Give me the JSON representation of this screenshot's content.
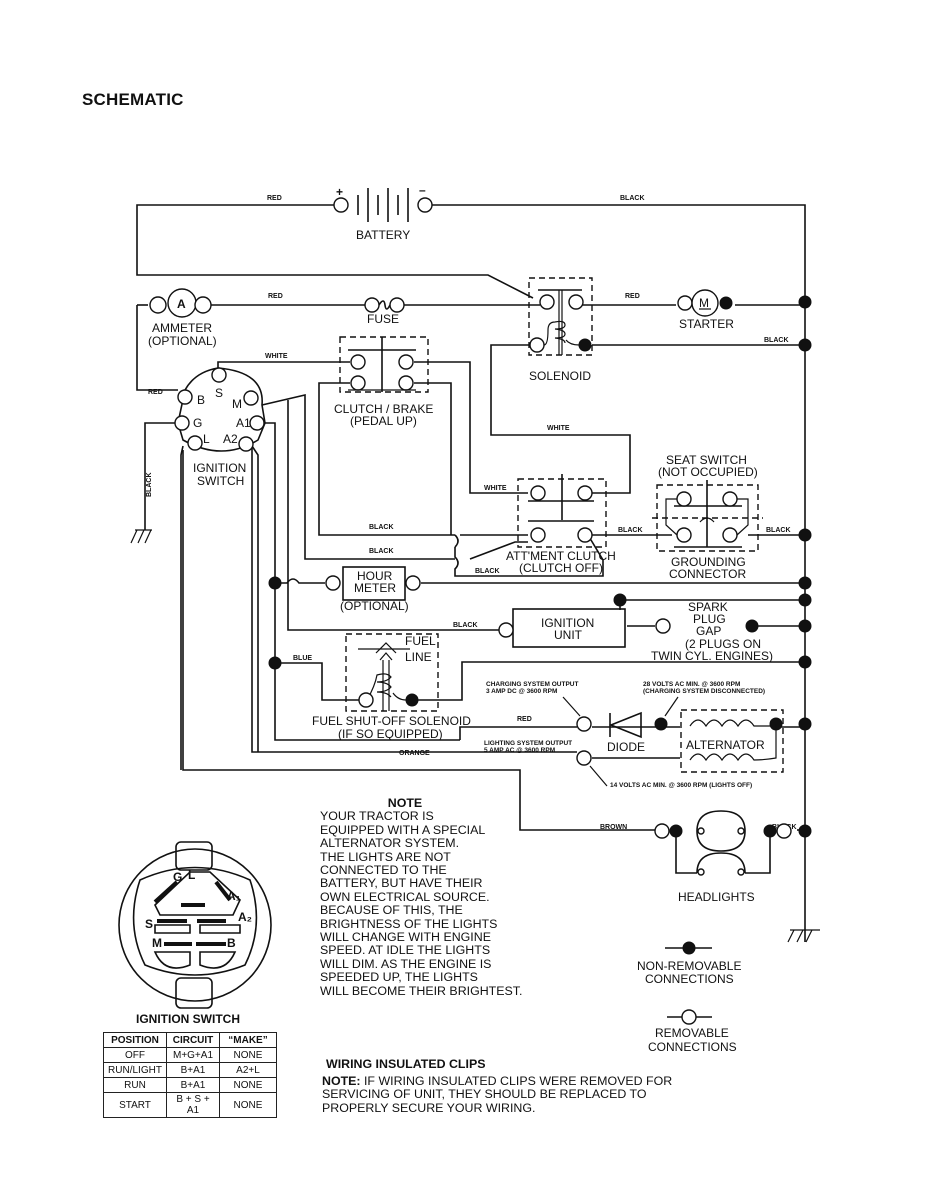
{
  "title": "SCHEMATIC",
  "components": {
    "battery": "BATTERY",
    "battery_plus": "+",
    "battery_minus": "–",
    "ammeter_symbol": "A",
    "ammeter": "AMMETER",
    "ammeter_sub": "(OPTIONAL)",
    "fuse": "FUSE",
    "solenoid": "SOLENOID",
    "starter_symbol": "M",
    "starter": "STARTER",
    "clutch_brake": "CLUTCH / BRAKE",
    "clutch_brake_sub": "(PEDAL UP)",
    "ignition_switch_l1": "IGNITION",
    "ignition_switch_l2": "SWITCH",
    "terminals": {
      "S": "S",
      "B": "B",
      "M": "M",
      "G": "G",
      "A1": "A1",
      "L": "L",
      "A2": "A2"
    },
    "seat_switch": "SEAT SWITCH",
    "seat_switch_sub": "(NOT OCCUPIED)",
    "attment_clutch": "ATT'MENT CLUTCH",
    "attment_clutch_sub": "(CLUTCH OFF)",
    "grounding_l1": "GROUNDING",
    "grounding_l2": "CONNECTOR",
    "hour_meter_l1": "HOUR",
    "hour_meter_l2": "METER",
    "hour_meter_sub": "(OPTIONAL)",
    "ignition_unit_l1": "IGNITION",
    "ignition_unit_l2": "UNIT",
    "spark_l1": "SPARK",
    "spark_l2": "PLUG",
    "spark_l3": "GAP",
    "spark_l4": "(2 PLUGS ON",
    "spark_l5": "TWIN CYL. ENGINES)",
    "fuel_l1": "FUEL",
    "fuel_l2": "LINE",
    "fuel_solenoid": "FUEL SHUT-OFF SOLENOID",
    "fuel_solenoid_sub": "(IF SO EQUIPPED)",
    "diode": "DIODE",
    "alternator": "ALTERNATOR",
    "headlights": "HEADLIGHTS"
  },
  "wires": {
    "red": "RED",
    "black": "BLACK",
    "white": "WHITE",
    "blue": "BLUE",
    "orange": "ORANGE",
    "brown": "BROWN"
  },
  "annotations": {
    "charging_l1": "CHARGING SYSTEM OUTPUT",
    "charging_l2": "3 AMP DC @ 3600 RPM",
    "volts28_l1": "28 VOLTS AC MIN. @ 3600 RPM",
    "volts28_l2": "(CHARGING SYSTEM DISCONNECTED)",
    "lighting_l1": "LIGHTING SYSTEM OUTPUT",
    "lighting_l2": "5 AMP AC @ 3600 RPM",
    "volts14": "14 VOLTS AC MIN. @ 3600 RPM (LIGHTS OFF)"
  },
  "legend": {
    "non_removable_l1": "NON-REMOVABLE",
    "non_removable_l2": "CONNECTIONS",
    "removable_l1": "REMOVABLE",
    "removable_l2": "CONNECTIONS"
  },
  "note": {
    "title": "NOTE",
    "lines": [
      "YOUR TRACTOR IS",
      "EQUIPPED WITH A SPECIAL",
      "ALTERNATOR SYSTEM.",
      "THE LIGHTS ARE NOT",
      "CONNECTED TO THE",
      "BATTERY, BUT HAVE THEIR",
      "OWN ELECTRICAL SOURCE.",
      "BECAUSE OF THIS, THE",
      "BRIGHTNESS OF THE LIGHTS",
      "WILL CHANGE WITH ENGINE",
      "SPEED.  AT IDLE THE LIGHTS",
      "WILL DIM.  AS THE ENGINE IS",
      "SPEEDED UP, THE LIGHTS",
      "WILL BECOME THEIR BRIGHTEST."
    ]
  },
  "ignition_switch_diagram": {
    "title": "IGNITION SWITCH",
    "pins": {
      "G": "G",
      "L": "L",
      "A1": "A₁",
      "A2": "A₂",
      "S": "S",
      "M": "M",
      "B": "B"
    }
  },
  "ignition_table": {
    "headers": [
      "POSITION",
      "CIRCUIT",
      "“MAKE”"
    ],
    "rows": [
      [
        "OFF",
        "M+G+A1",
        "NONE"
      ],
      [
        "RUN/LIGHT",
        "B+A1",
        "A2+L"
      ],
      [
        "RUN",
        "B+A1",
        "NONE"
      ],
      [
        "START",
        "B + S + A1",
        "NONE"
      ]
    ]
  },
  "clips": {
    "title": "WIRING INSULATED CLIPS",
    "note_label": "NOTE:",
    "lines": [
      " IF WIRING INSULATED CLIPS WERE REMOVED FOR",
      "SERVICING OF UNIT, THEY SHOULD BE REPLACED TO",
      "PROPERLY SECURE YOUR WIRING."
    ]
  }
}
